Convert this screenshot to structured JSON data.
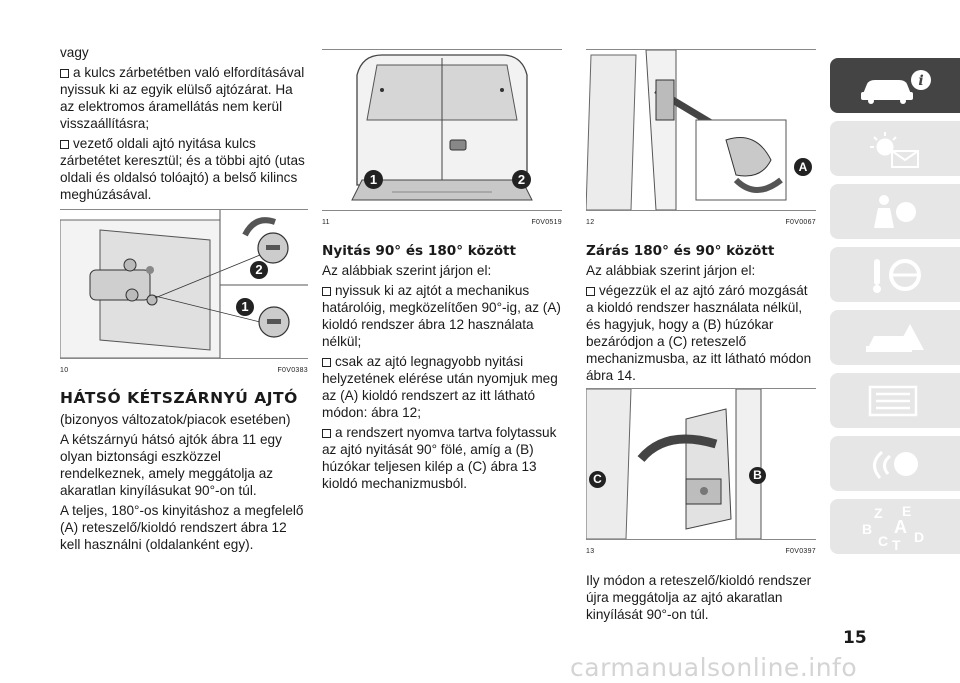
{
  "col1": {
    "intro": "vagy",
    "b1": "a kulcs zárbetétben való elfordításával nyissuk ki az egyik elülső ajtózárat. Ha az elektromos áramellátás nem kerül visszaállításra;",
    "b2": "vezető oldali ajtó nyitása kulcs zárbetétet keresztül; és a többi ajtó (utas oldali és oldalsó tolóajtó) a belső kilincs meghúzásával.",
    "fig_num": "10",
    "fig_code": "F0V0383",
    "fig_callouts": [
      "1",
      "2"
    ],
    "heading": "HÁTSÓ KÉTSZÁRNYÚ AJTÓ",
    "p1": "(bizonyos változatok/piacok esetében)",
    "p2": "A kétszárnyú hátsó ajtók ábra 11 egy olyan biztonsági eszközzel rendelkeznek, amely meggátolja az akaratlan kinyílásukat 90°-on túl.",
    "p3": "A teljes, 180°-os kinyitáshoz a megfelelő (A) reteszelő/kioldó rendszert ábra 12 kell használni (oldalanként egy)."
  },
  "col2": {
    "fig_num": "11",
    "fig_code": "F0V0519",
    "fig_callouts": [
      "1",
      "2"
    ],
    "heading": "Nyitás 90° és 180° között",
    "p1": "Az alábbiak szerint járjon el:",
    "b1": "nyissuk ki az ajtót a mechanikus határolóig, megközelítően 90°-ig, az (A) kioldó rendszer ábra 12 használata nélkül;",
    "b2": "csak az ajtó legnagyobb nyitási helyzetének elérése után nyomjuk meg az (A) kioldó rendszert az itt látható módon: ábra 12;",
    "b3": "a rendszert nyomva tartva folytassuk az ajtó nyitását 90° fölé, amíg a (B) húzókar teljesen kilép a (C) ábra 13 kioldó mechanizmusból."
  },
  "col3": {
    "fig12_num": "12",
    "fig12_code": "F0V0067",
    "fig12_callout": "A",
    "heading": "Zárás 180° és 90° között",
    "p1": "Az alábbiak szerint járjon el:",
    "b1": "végezzük el az ajtó záró mozgását a kioldó rendszer használata nélkül, és hagyjuk, hogy a (B) húzókar bezáródjon a (C) reteszelő mechanizmusba, az itt látható módon ábra 14.",
    "fig13_num": "13",
    "fig13_code": "F0V0397",
    "fig13_callouts": [
      "C",
      "B"
    ],
    "p2": "Ily módon a reteszelő/kioldó rendszer újra meggátolja az ajtó akaratlan kinyílását 90°-on túl."
  },
  "page_number": "15",
  "watermark": "carmanualsonline.info",
  "sidebar": {
    "tabs": [
      "car-info-icon",
      "warning-lights-icon",
      "safety-airbag-icon",
      "starting-driving-icon",
      "emergency-icon",
      "maintenance-icon",
      "multimedia-icon",
      "index-icon"
    ],
    "index_letters": [
      "Z",
      "E",
      "B",
      "A",
      "C",
      "T",
      "D"
    ],
    "active_color": "#444444",
    "inactive_color": "#e6e6e6"
  }
}
